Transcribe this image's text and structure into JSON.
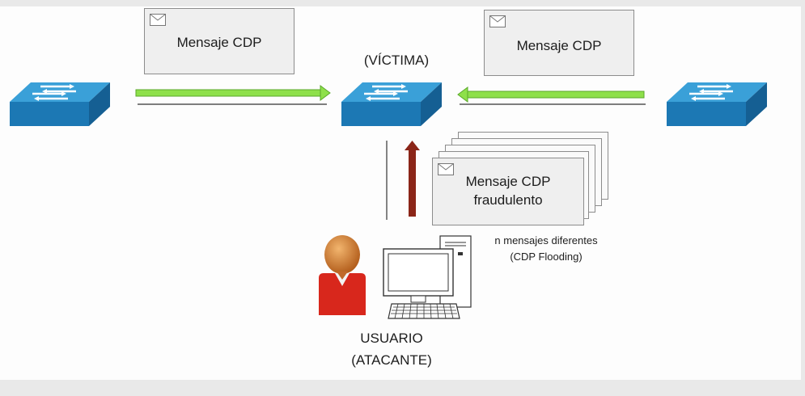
{
  "diagram": {
    "victim_label": "(VÍCTIMA)",
    "message_left": "Mensaje CDP",
    "message_right": "Mensaje CDP",
    "fraud_message_line1": "Mensaje CDP",
    "fraud_message_line2": "fraudulento",
    "flood_note_line1": "n mensajes diferentes",
    "flood_note_line2": "(CDP Flooding)",
    "attacker_line1": "USUARIO",
    "attacker_line2": "(ATACANTE)"
  },
  "colors": {
    "switch_top": "#3aa0d8",
    "switch_side": "#1c78b4",
    "arrow_green": "#8ee04a",
    "arrow_red": "#8b2518",
    "user_body": "#d8271c",
    "user_head": "#d9843a"
  },
  "icons": [
    "envelope-icon",
    "network-switch-icon",
    "user-icon",
    "computer-icon"
  ]
}
